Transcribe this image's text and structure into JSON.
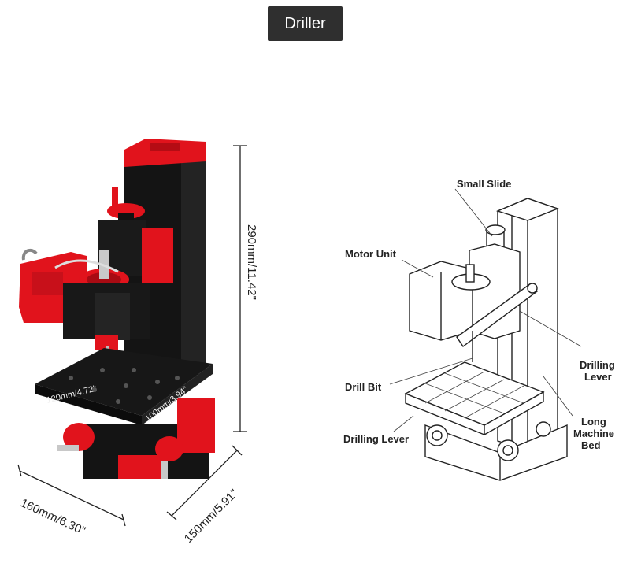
{
  "title": "Driller",
  "colors": {
    "accent": "#e1131c",
    "body": "#151515",
    "badge": "#2f2f2f"
  },
  "dimensions": {
    "height": "290mm/11.42\"",
    "width": "160mm/6.30\"",
    "depth": "150mm/5.91\"",
    "table_length": "120mm/4.72\"",
    "table_width": "100mm/3.94\""
  },
  "parts": {
    "small_slide": "Small Slide",
    "motor_unit": "Motor Unit",
    "drill_bit": "Drill Bit",
    "drilling_lever_right_1": "Drilling",
    "drilling_lever_right_2": "Lever",
    "drilling_lever_left": "Drilling Lever",
    "long_machine_bed_1": "Long",
    "long_machine_bed_2": "Machine",
    "long_machine_bed_3": "Bed"
  }
}
